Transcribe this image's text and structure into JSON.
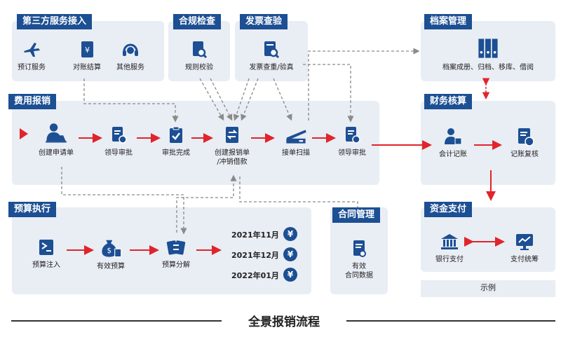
{
  "sections": {
    "third_party": "第三方服务接入",
    "compliance": "合规检查",
    "invoice": "发票查验",
    "archive": "档案管理",
    "expense": "费用报销",
    "finance": "财务核算",
    "budget": "预算执行",
    "contract": "合同管理",
    "payment": "资金支付"
  },
  "third_party_items": [
    "预订服务",
    "对账结算",
    "其他服务"
  ],
  "compliance_item": "规则校验",
  "invoice_item": "发票查重/验真",
  "archive_item": "档案成册、归档、移库、借阅",
  "expense_steps": [
    "创建申请单",
    "领导审批",
    "审批完成",
    "创建报销单\n/冲销借款",
    "接单扫描",
    "领导审批"
  ],
  "finance_steps": [
    "会计记账",
    "记账复核"
  ],
  "budget_steps": [
    "预算注入",
    "有效预算",
    "预算分解"
  ],
  "budget_months": [
    "2021年11月",
    "2021年12月",
    "2022年01月"
  ],
  "yen_symbol": "¥",
  "contract_item": "有效\n合同数据",
  "payment_steps": [
    "银行支付",
    "支付统筹"
  ],
  "legend_label": "示例",
  "title": "全景报销流程",
  "icon_names": [
    "plane",
    "bill",
    "headset",
    "doc-search",
    "invoice-search",
    "binders",
    "user-laptop",
    "approve-doc",
    "clipboard-check",
    "exchange-doc",
    "scanner",
    "accountant",
    "review-doc",
    "budget-inject",
    "money-bag",
    "split",
    "contract-doc",
    "bank",
    "monitor-chart"
  ],
  "colors": {
    "primary": "#1c4f93",
    "arrow_red": "#e0242b",
    "panel_bg": "#e9edf4",
    "dashed": "#8a8a8a"
  }
}
